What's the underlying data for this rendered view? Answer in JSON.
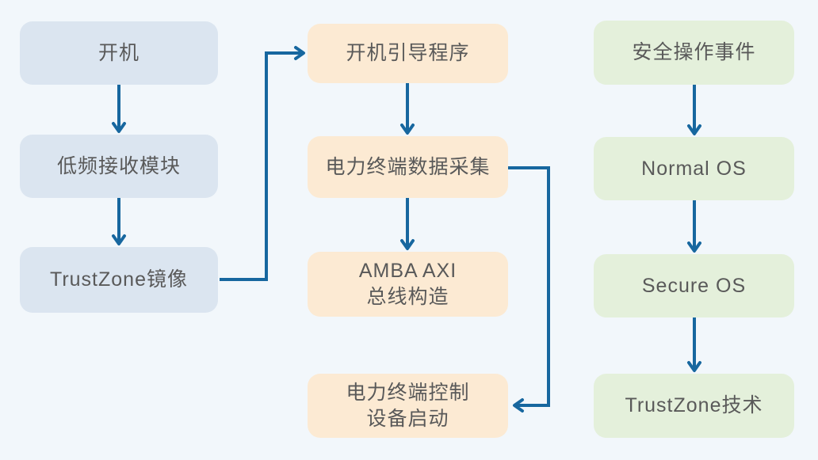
{
  "diagram": {
    "type": "flowchart",
    "columns": [
      {
        "id": "boot-chain",
        "box_color": "#dbe5f0"
      },
      {
        "id": "terminal-chain",
        "box_color": "#fcead3"
      },
      {
        "id": "os-chain",
        "box_color": "#e4f0db"
      }
    ]
  },
  "nodes": [
    {
      "id": "power-on",
      "label": "开机",
      "column": "boot-chain"
    },
    {
      "id": "low-freq-receiver",
      "label": "低频接收模块",
      "column": "boot-chain"
    },
    {
      "id": "trustzone-image",
      "label": "TrustZone镜像",
      "column": "boot-chain"
    },
    {
      "id": "boot-loader",
      "label": "开机引导程序",
      "column": "terminal-chain"
    },
    {
      "id": "power-data-collection",
      "label": "电力终端数据采集",
      "column": "terminal-chain"
    },
    {
      "id": "amba-axi-bus",
      "label": "AMBA AXI\n总线构造",
      "column": "terminal-chain"
    },
    {
      "id": "power-control-device-start",
      "label": "电力终端控制\n设备启动",
      "column": "terminal-chain"
    },
    {
      "id": "security-operation-event",
      "label": "安全操作事件",
      "column": "os-chain"
    },
    {
      "id": "normal-os",
      "label": "Normal OS",
      "column": "os-chain"
    },
    {
      "id": "secure-os",
      "label": "Secure OS",
      "column": "os-chain"
    },
    {
      "id": "trustzone-technology",
      "label": "TrustZone技术",
      "column": "os-chain"
    }
  ],
  "edges": [
    {
      "from": "power-on",
      "to": "low-freq-receiver",
      "shape": "straight-down"
    },
    {
      "from": "low-freq-receiver",
      "to": "trustzone-image",
      "shape": "straight-down"
    },
    {
      "from": "trustzone-image",
      "to": "boot-loader",
      "shape": "elbow-right-up-right"
    },
    {
      "from": "boot-loader",
      "to": "power-data-collection",
      "shape": "straight-down"
    },
    {
      "from": "power-data-collection",
      "to": "amba-axi-bus",
      "shape": "straight-down"
    },
    {
      "from": "power-data-collection",
      "to": "power-control-device-start",
      "shape": "elbow-right-down-left"
    },
    {
      "from": "security-operation-event",
      "to": "normal-os",
      "shape": "straight-down"
    },
    {
      "from": "normal-os",
      "to": "secure-os",
      "shape": "straight-down"
    },
    {
      "from": "secure-os",
      "to": "trustzone-technology",
      "shape": "straight-down"
    }
  ],
  "colors": {
    "bg": "#f2f7fb",
    "box_blue": "#dbe5f0",
    "box_peach": "#fcead3",
    "box_green": "#e4f0db",
    "arrow": "#17679f",
    "text": "#595959"
  }
}
